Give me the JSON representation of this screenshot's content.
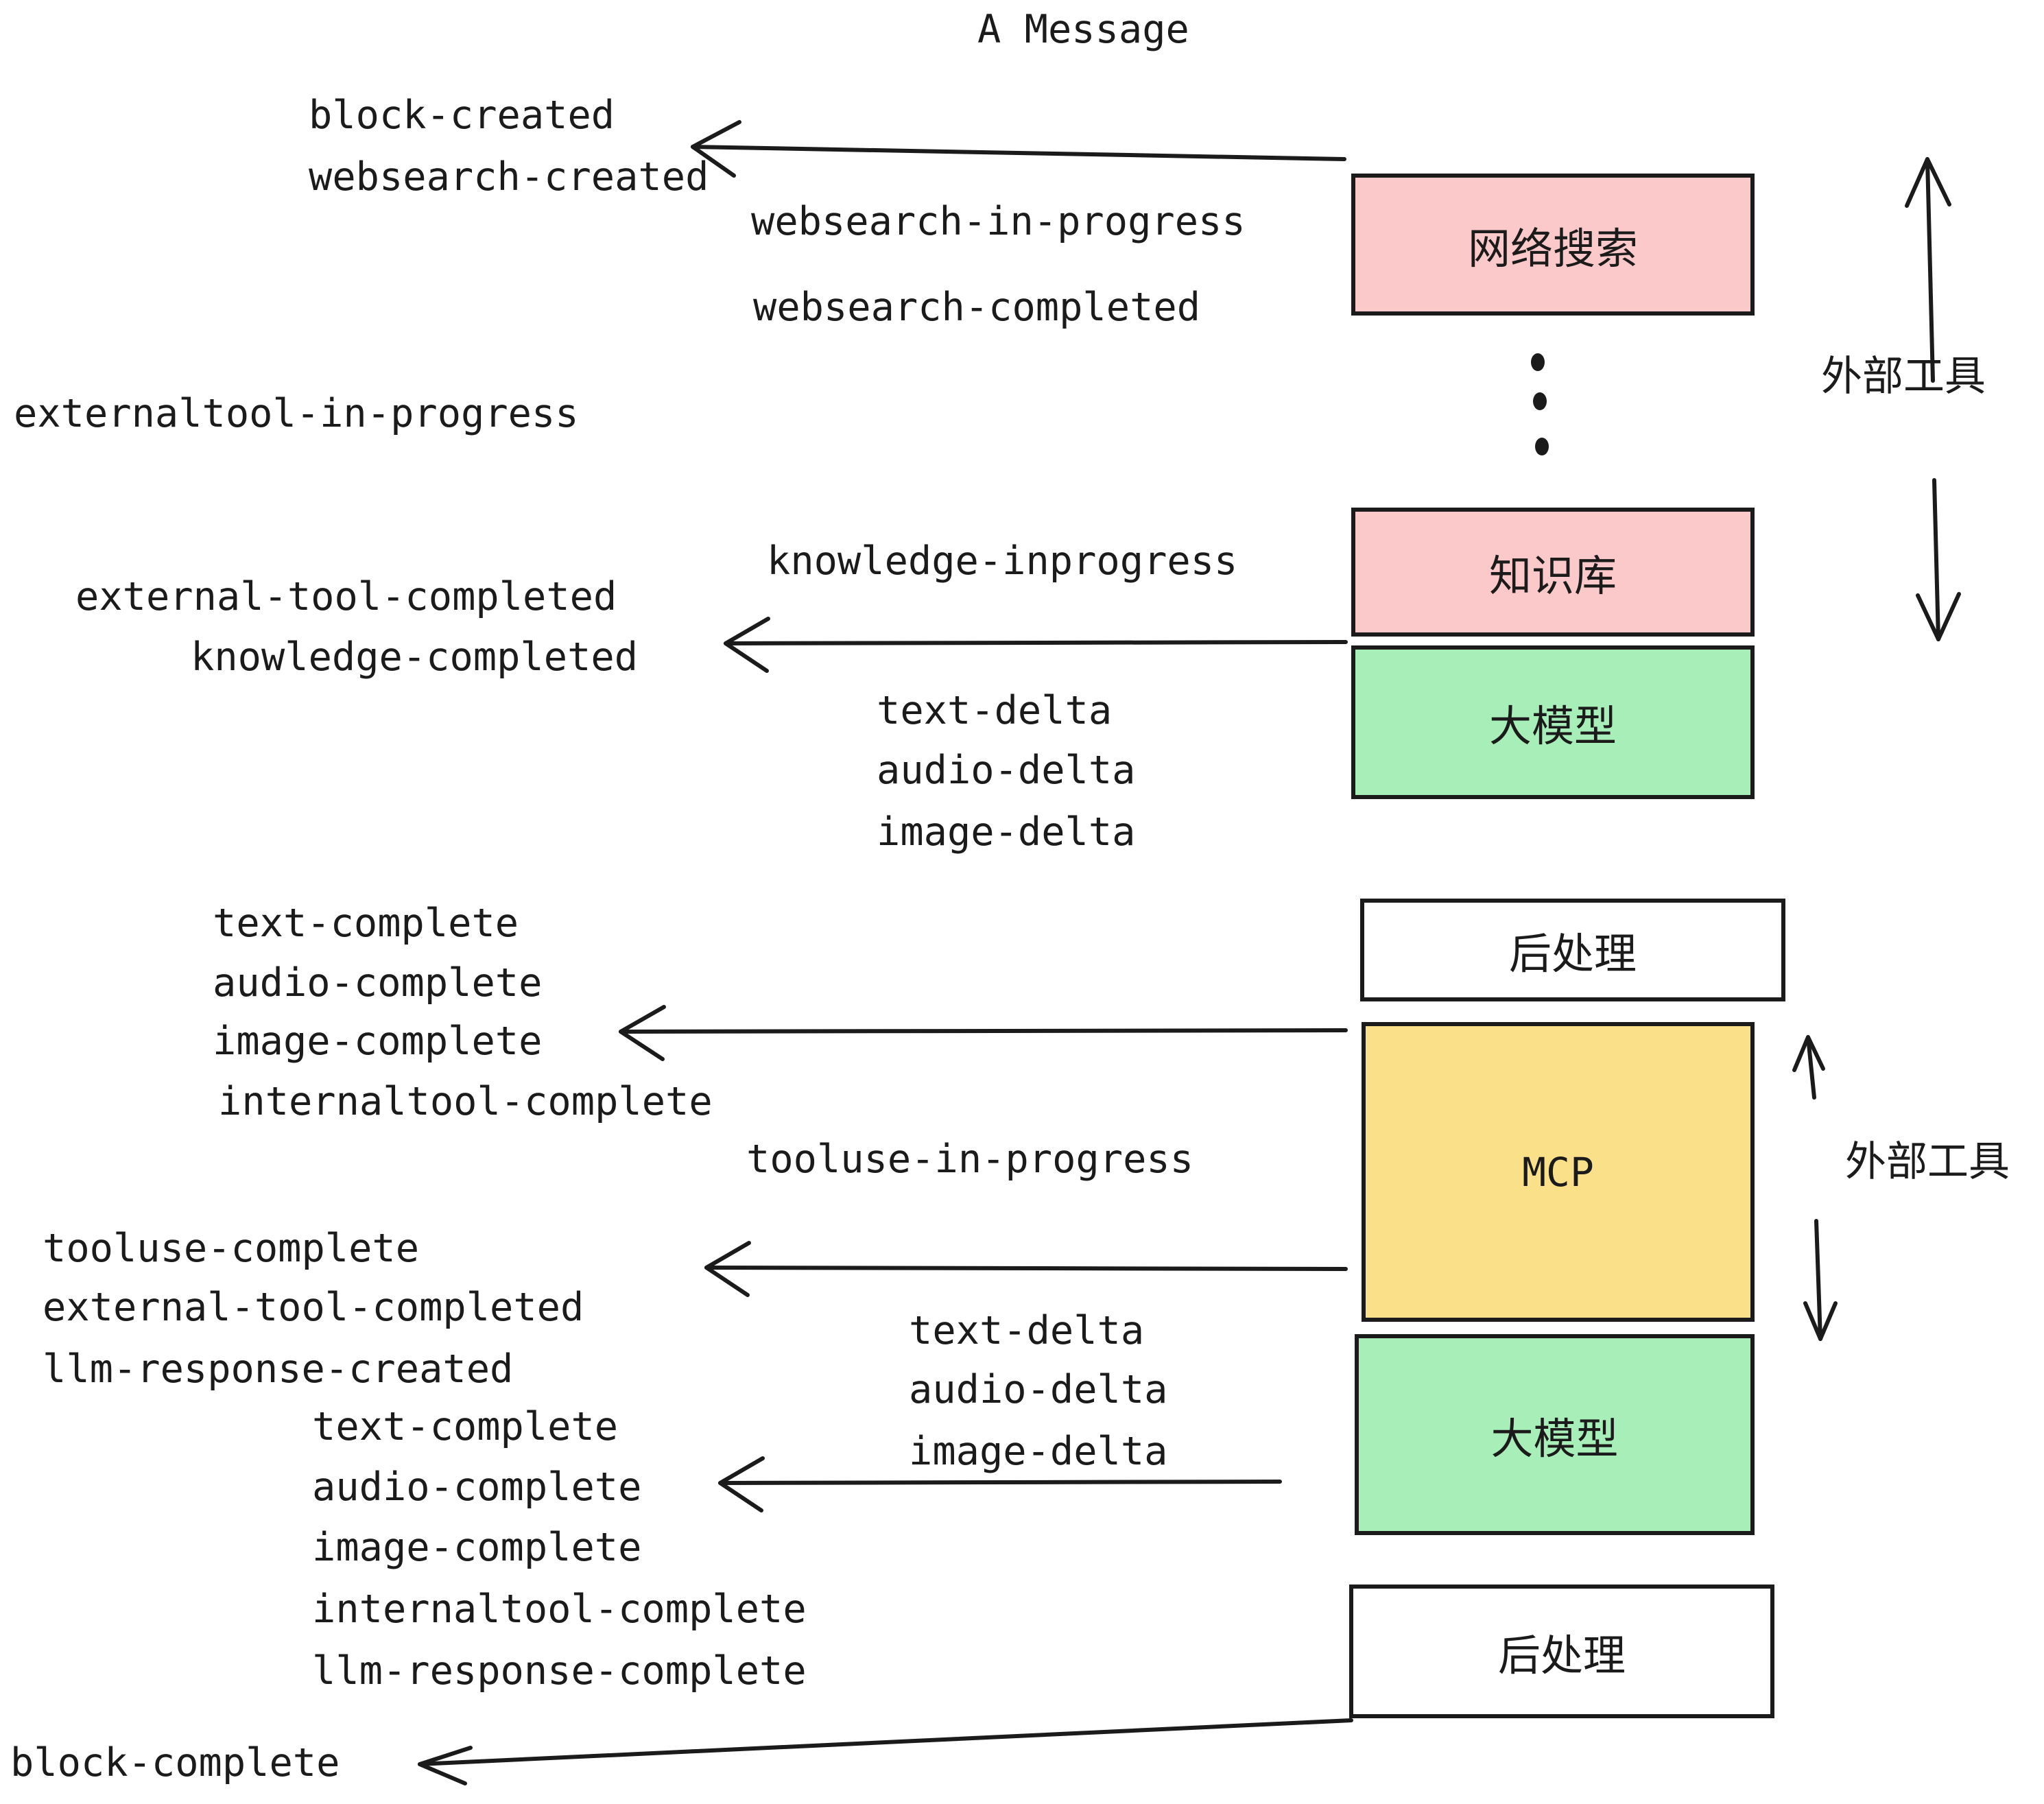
{
  "diagram": {
    "title": "A Message",
    "boxes": [
      {
        "key": "websearch",
        "label": "网络搜索",
        "fill": "#fbc9c9",
        "kind": "cn"
      },
      {
        "key": "knowledge",
        "label": "知识库",
        "fill": "#fbc9c9",
        "kind": "cn"
      },
      {
        "key": "llm_1",
        "label": "大模型",
        "fill": "#a8eeb8",
        "kind": "cn"
      },
      {
        "key": "postprocess_1",
        "label": "后处理",
        "fill": "#ffffff",
        "kind": "cn"
      },
      {
        "key": "mcp",
        "label": "MCP",
        "fill": "#fbe08a",
        "kind": "mono"
      },
      {
        "key": "llm_2",
        "label": "大模型",
        "fill": "#a8eeb8",
        "kind": "cn"
      },
      {
        "key": "postprocess_2",
        "label": "后处理",
        "fill": "#ffffff",
        "kind": "cn"
      }
    ],
    "side_labels": [
      {
        "key": "external_tool_top",
        "label": "外部工具"
      },
      {
        "key": "external_tool_bottom",
        "label": "外部工具"
      }
    ],
    "events": [
      {
        "key": "block_created",
        "text": "block-created"
      },
      {
        "key": "websearch_created",
        "text": "websearch-created"
      },
      {
        "key": "websearch_in_progress",
        "text": "websearch-in-progress"
      },
      {
        "key": "websearch_completed",
        "text": "websearch-completed"
      },
      {
        "key": "externaltool_in_progress",
        "text": "externaltool-in-progress"
      },
      {
        "key": "knowledge_inprogress",
        "text": "knowledge-inprogress"
      },
      {
        "key": "external_tool_completed_1",
        "text": "external-tool-completed"
      },
      {
        "key": "knowledge_completed",
        "text": "knowledge-completed"
      },
      {
        "key": "text_delta_1",
        "text": "text-delta"
      },
      {
        "key": "audio_delta_1",
        "text": "audio-delta"
      },
      {
        "key": "image_delta_1",
        "text": "image-delta"
      },
      {
        "key": "text_complete_1",
        "text": "text-complete"
      },
      {
        "key": "audio_complete_1",
        "text": "audio-complete"
      },
      {
        "key": "image_complete_1",
        "text": "image-complete"
      },
      {
        "key": "internaltool_complete_1",
        "text": "internaltool-complete"
      },
      {
        "key": "tooluse_in_progress",
        "text": "tooluse-in-progress"
      },
      {
        "key": "tooluse_complete",
        "text": "tooluse-complete"
      },
      {
        "key": "external_tool_completed_2",
        "text": "external-tool-completed"
      },
      {
        "key": "llm_response_created",
        "text": "llm-response-created"
      },
      {
        "key": "text_delta_2",
        "text": "text-delta"
      },
      {
        "key": "audio_delta_2",
        "text": "audio-delta"
      },
      {
        "key": "image_delta_2",
        "text": "image-delta"
      },
      {
        "key": "text_complete_2",
        "text": "text-complete"
      },
      {
        "key": "audio_complete_2",
        "text": "audio-complete"
      },
      {
        "key": "image_complete_2",
        "text": "image-complete"
      },
      {
        "key": "internaltool_complete_2",
        "text": "internaltool-complete"
      },
      {
        "key": "llm_response_complete",
        "text": "llm-response-complete"
      },
      {
        "key": "block_complete",
        "text": "block-complete"
      }
    ],
    "colors": {
      "pink": "#fbc9c9",
      "green": "#a8eeb8",
      "yellow": "#fbe08a",
      "white": "#ffffff",
      "stroke": "#1b1b1b"
    }
  }
}
